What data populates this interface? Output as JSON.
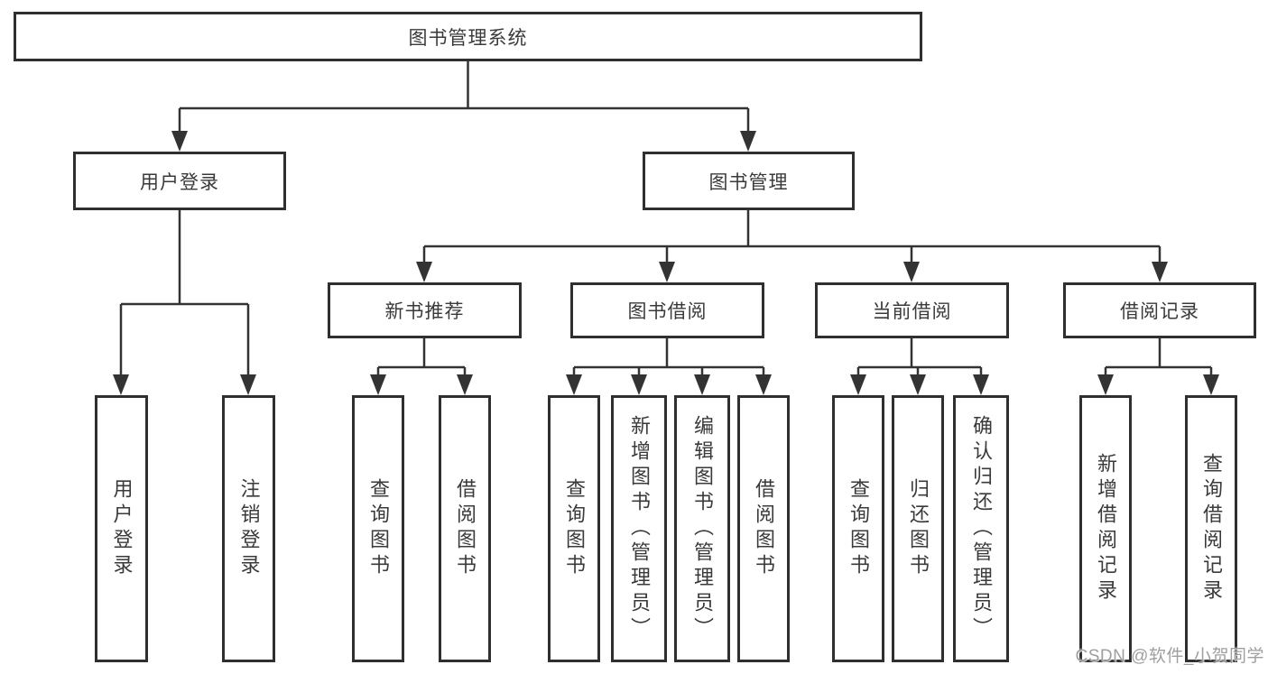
{
  "colors": {
    "line": "#333333",
    "box_border": "#2f2f2f",
    "text": "#3a3a3a",
    "watermark": "#9a9a9a",
    "background": "#ffffff"
  },
  "watermark": {
    "text": "CSDN @软件_小贺同学"
  },
  "tree": {
    "root": {
      "label": "图书管理系统",
      "children": [
        {
          "label": "用户登录",
          "children": [
            {
              "label": "用户登录"
            },
            {
              "label": "注销登录"
            }
          ]
        },
        {
          "label": "图书管理",
          "children": [
            {
              "label": "新书推荐",
              "children": [
                {
                  "label": "查询图书"
                },
                {
                  "label": "借阅图书"
                }
              ]
            },
            {
              "label": "图书借阅",
              "children": [
                {
                  "label": "查询图书"
                },
                {
                  "label": "新增图书（管理员）"
                },
                {
                  "label": "编辑图书（管理员）"
                },
                {
                  "label": "借阅图书"
                }
              ]
            },
            {
              "label": "当前借阅",
              "children": [
                {
                  "label": "查询图书"
                },
                {
                  "label": "归还图书"
                },
                {
                  "label": "确认归还（管理员）"
                }
              ]
            },
            {
              "label": "借阅记录",
              "children": [
                {
                  "label": "新增借阅记录"
                },
                {
                  "label": "查询借阅记录"
                }
              ]
            }
          ]
        }
      ]
    }
  }
}
